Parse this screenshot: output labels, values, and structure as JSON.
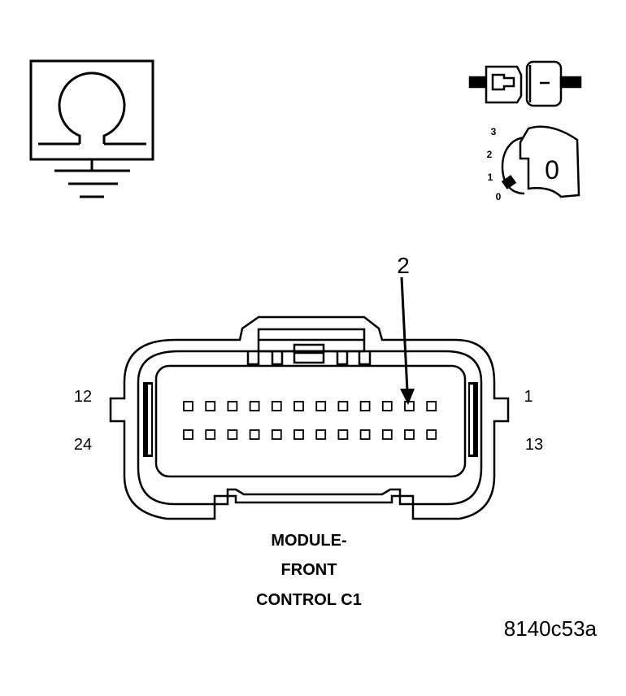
{
  "ohmmeter_symbol": {
    "icon": "ohm-ground-icon"
  },
  "ignition_switch": {
    "positions": [
      "3",
      "2",
      "1",
      "0"
    ],
    "key_label": "0"
  },
  "callout": {
    "pin": "2"
  },
  "connector": {
    "row1_labels": {
      "left": "12",
      "right": "1"
    },
    "row2_labels": {
      "left": "24",
      "right": "13"
    },
    "pins_per_row": 12
  },
  "caption": {
    "line1": "MODULE-",
    "line2": "FRONT",
    "line3": "CONTROL C1"
  },
  "figure_id": "8140c53a"
}
